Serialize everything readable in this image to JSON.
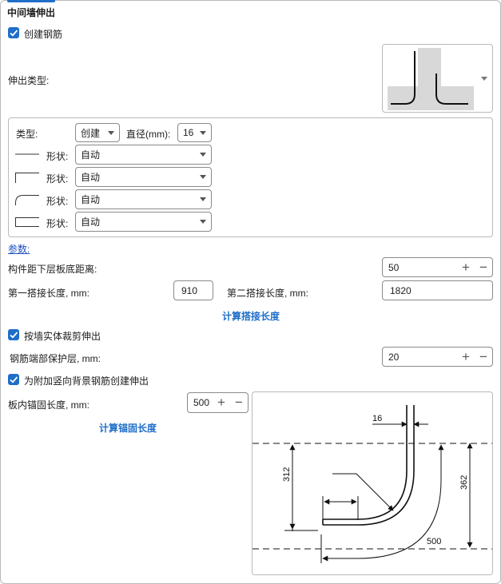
{
  "section_title": "中间墙伸出",
  "create_rebar": {
    "label": "创建钢筋",
    "checked": true
  },
  "extension_type": {
    "label": "伸出类型:"
  },
  "rebar_panel": {
    "type_label": "类型:",
    "type_value": "创建",
    "diameter_label": "直径(mm):",
    "diameter_value": "16",
    "shape_rows": [
      {
        "icon": "straight-shape-icon",
        "label": "形状:",
        "value": "自动"
      },
      {
        "icon": "l-shape-icon",
        "label": "形状:",
        "value": "自动"
      },
      {
        "icon": "curved-shape-icon",
        "label": "形状:",
        "value": "自动"
      },
      {
        "icon": "u-shape-icon",
        "label": "形状:",
        "value": "自动"
      }
    ]
  },
  "params_link": "参数:",
  "member_distance": {
    "label": "构件距下层板底距离:",
    "value": "50"
  },
  "lap1": {
    "label": "第一搭接长度, mm:",
    "value": "910"
  },
  "lap2": {
    "label": "第二搭接长度, mm:",
    "value": "1820"
  },
  "calc_lap_link": "计算搭接长度",
  "trim_by_wall": {
    "label": "按墙实体裁剪伸出",
    "checked": true
  },
  "end_cover": {
    "label": "钢筋端部保护层, mm:",
    "value": "20"
  },
  "create_for_additional": {
    "label": "为附加竖向背景钢筋创建伸出",
    "checked": true
  },
  "anchor_length": {
    "label": "板内锚固长度, mm:",
    "value": "500"
  },
  "calc_anchor_link": "计算锚固长度",
  "diagram": {
    "dim_top": "16",
    "dim_left": "312",
    "dim_right": "362",
    "dim_bottom": "500"
  },
  "colors": {
    "accent": "#1f6ec8",
    "preview_bg": "#d8d8d8",
    "border": "#b9b9b9"
  }
}
